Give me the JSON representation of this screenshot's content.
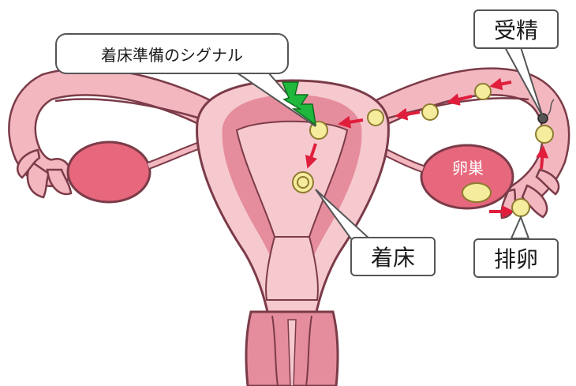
{
  "labels": {
    "signal": "着床準備のシグナル",
    "fertilization": "受精",
    "ovulation": "排卵",
    "implantation": "着床",
    "ovary": "卵巣"
  },
  "colors": {
    "outline": "#7b3b48",
    "uterus_outer": "#f6c9cf",
    "uterus_inner": "#e58d9c",
    "ovary": "#e7677d",
    "arrow": "#e01e3c",
    "egg_fill": "#f6ec9e",
    "egg_ring": "#8d7c2f",
    "lightning": "#1fb83c"
  }
}
